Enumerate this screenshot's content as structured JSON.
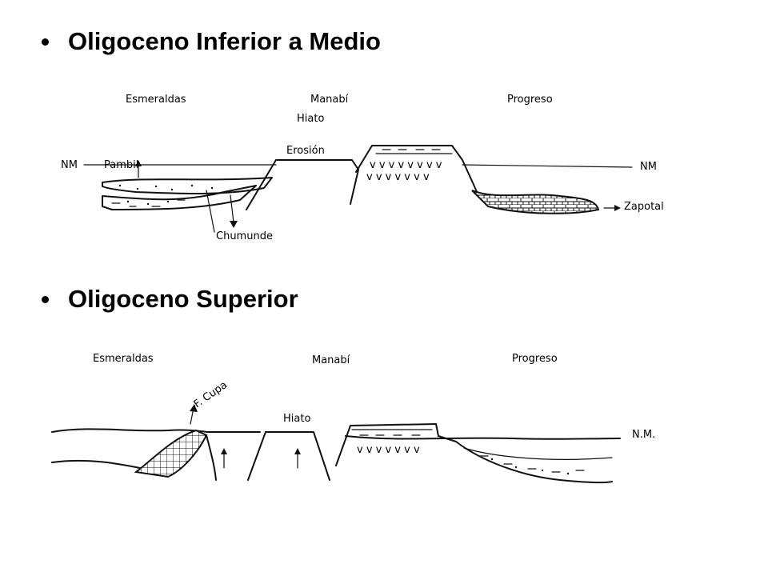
{
  "sections": [
    {
      "heading": "Oligoceno Inferior a Medio",
      "labels": {
        "esmeraldas": "Esmeraldas",
        "manabi": "Manabí",
        "progreso": "Progreso",
        "hiato": "Hiato",
        "erosion": "Erosión",
        "nm_left": "NM",
        "nm_right": "NM",
        "pambil": "Pambil",
        "chumunde": "Chumunde",
        "zapotal": "Zapotal"
      }
    },
    {
      "heading": "Oligoceno Superior",
      "labels": {
        "esmeraldas": "Esmeraldas",
        "manabi": "Manabí",
        "progreso": "Progreso",
        "hiato": "Hiato",
        "nm": "N.M.",
        "f_cupa": "F. Cupa"
      }
    }
  ]
}
